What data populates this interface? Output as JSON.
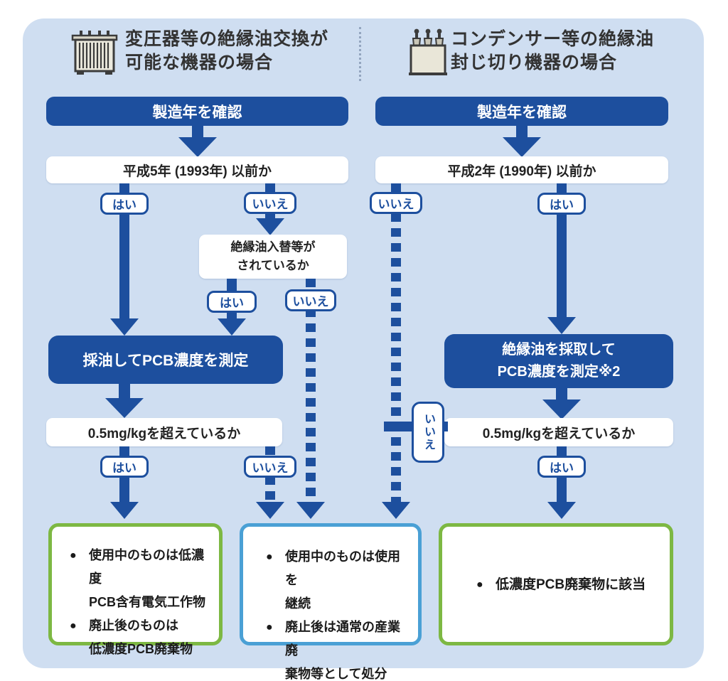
{
  "palette": {
    "flow_blue": "#1d4f9e",
    "panel_background": "#cfdef1",
    "result_green_border": "#7db843",
    "result_blue_border": "#4aa0d5"
  },
  "headers": {
    "left": {
      "icon": "transformer-icon",
      "line1": "変圧器等の絶縁油交換が",
      "line2": "可能な機器の場合"
    },
    "right": {
      "icon": "capacitor-icon",
      "line1": "コンデンサー等の絶縁油",
      "line2": "封じ切り機器の場合"
    }
  },
  "labels": {
    "yes": "はい",
    "no": "いいえ"
  },
  "left_flow": {
    "step1": "製造年を確認",
    "q1": "平成5年 (1993年) 以前か",
    "q2_line1": "絶縁油入替等が",
    "q2_line2": "されているか",
    "step2": "採油してPCB濃度を測定",
    "q3": "0.5mg/kgを超えているか"
  },
  "right_flow": {
    "step1": "製造年を確認",
    "q1": "平成2年 (1990年) 以前か",
    "step2_line1": "絶縁油を採取して",
    "step2_line2": "PCB濃度を測定※2",
    "q2": "0.5mg/kgを超えているか"
  },
  "results": {
    "left": {
      "items": [
        {
          "lines": [
            "使用中のものは低濃度",
            "PCB含有電気工作物"
          ]
        },
        {
          "lines": [
            "廃止後のものは",
            "低濃度PCB廃棄物"
          ]
        }
      ]
    },
    "middle": {
      "items": [
        {
          "lines": [
            "使用中のものは使用を",
            "継続"
          ]
        },
        {
          "lines": [
            "廃止後は通常の産業廃",
            "棄物等として処分"
          ]
        }
      ]
    },
    "right": {
      "items": [
        {
          "lines": [
            "低濃度PCB廃棄物に該当"
          ]
        }
      ]
    }
  }
}
